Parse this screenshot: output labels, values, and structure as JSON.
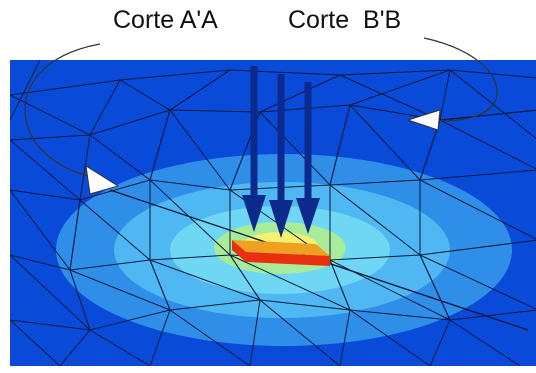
{
  "labels": {
    "section_a": "Corte A'A",
    "section_b": "Corte  B'B"
  },
  "colors": {
    "background": "#0a4ad9",
    "contour_outer": "#2f8fe8",
    "contour_2": "#4fb8f2",
    "contour_3": "#6fd6f4",
    "contour_4": "#a8ec9a",
    "contour_core": "#f4f070",
    "footing_top": "#f0a020",
    "footing_side": "#e83010",
    "load_arrow": "#0b2a8c",
    "mesh": "#0a1a40"
  },
  "load_arrow_count": 3
}
